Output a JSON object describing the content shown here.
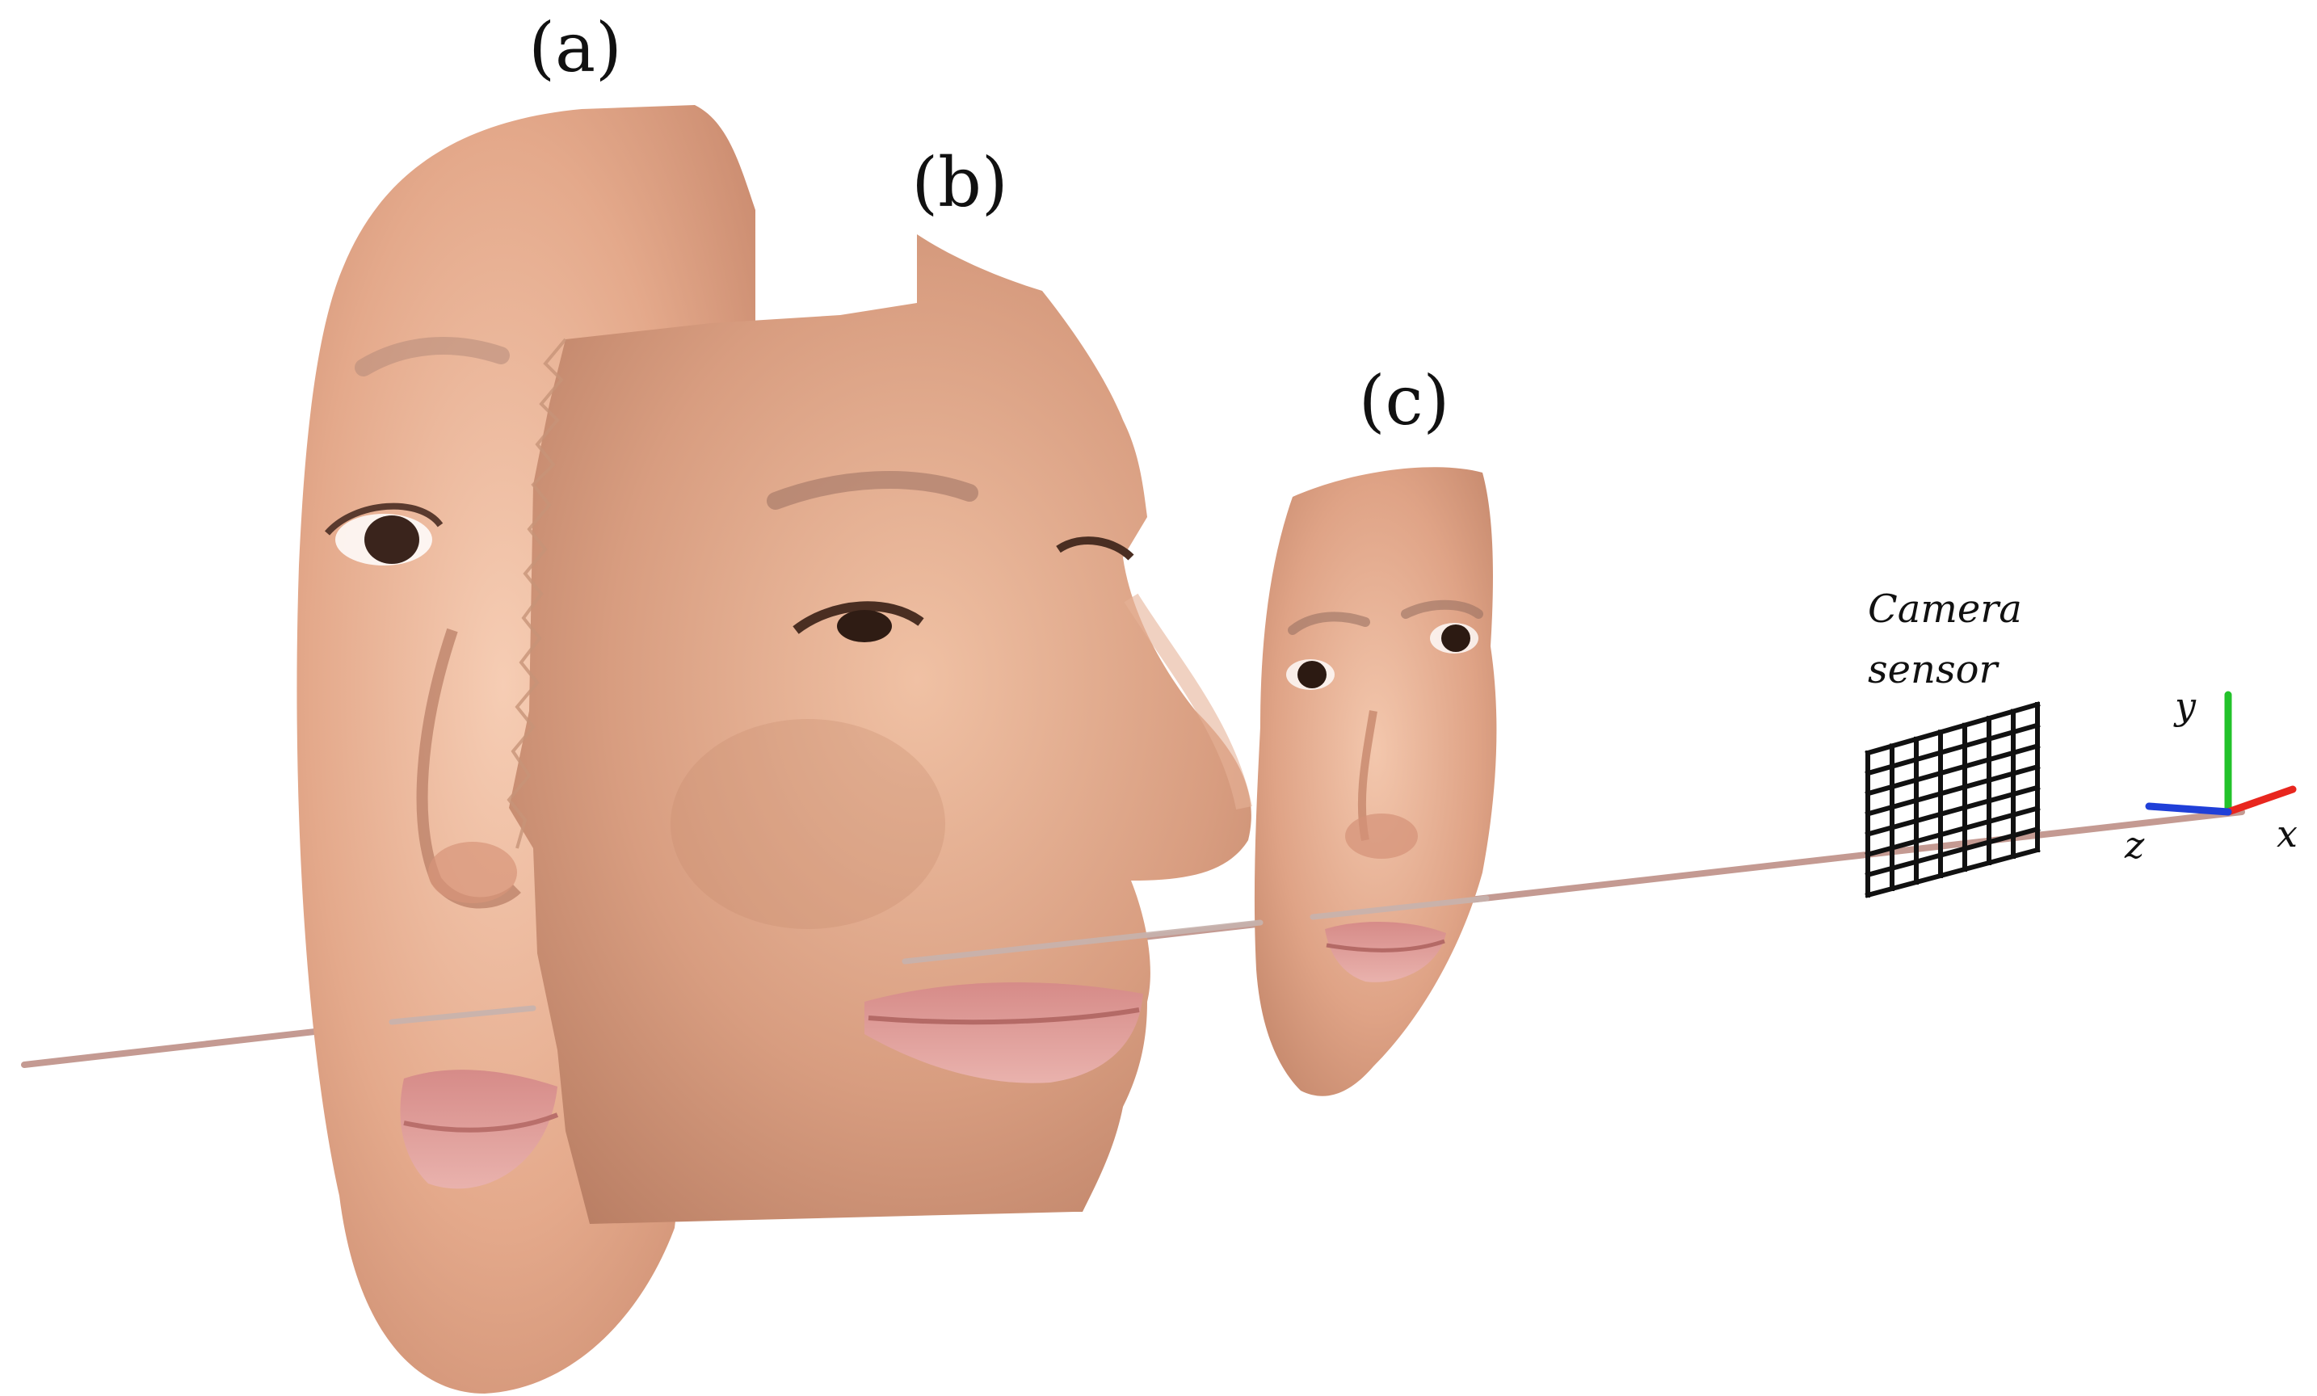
{
  "labels": {
    "face_a": "(a)",
    "face_b": "(b)",
    "face_c": "(c)",
    "sensor_line1": "Camera",
    "sensor_line2": "sensor",
    "axis_x": "x",
    "axis_y": "y",
    "axis_z": "z"
  },
  "colors": {
    "optical_axis": "#c49a92",
    "skin_light": "#f0c2a8",
    "skin_mid": "#dda083",
    "skin_dark": "#b87a63",
    "lips": "#d8928f",
    "axis_x": "#e8261e",
    "axis_y": "#22c22a",
    "axis_z": "#1f3fd8",
    "sensor_grid": "#111111"
  },
  "icons": {
    "face_a": "3d-face-mesh-left-view",
    "face_b": "3d-face-mesh-profile-view",
    "face_c": "3d-face-mesh-front-view",
    "camera_sensor": "sensor-grid",
    "axes": "xyz-axis-triad"
  },
  "sensor_grid": {
    "columns": 7,
    "rows": 7
  }
}
